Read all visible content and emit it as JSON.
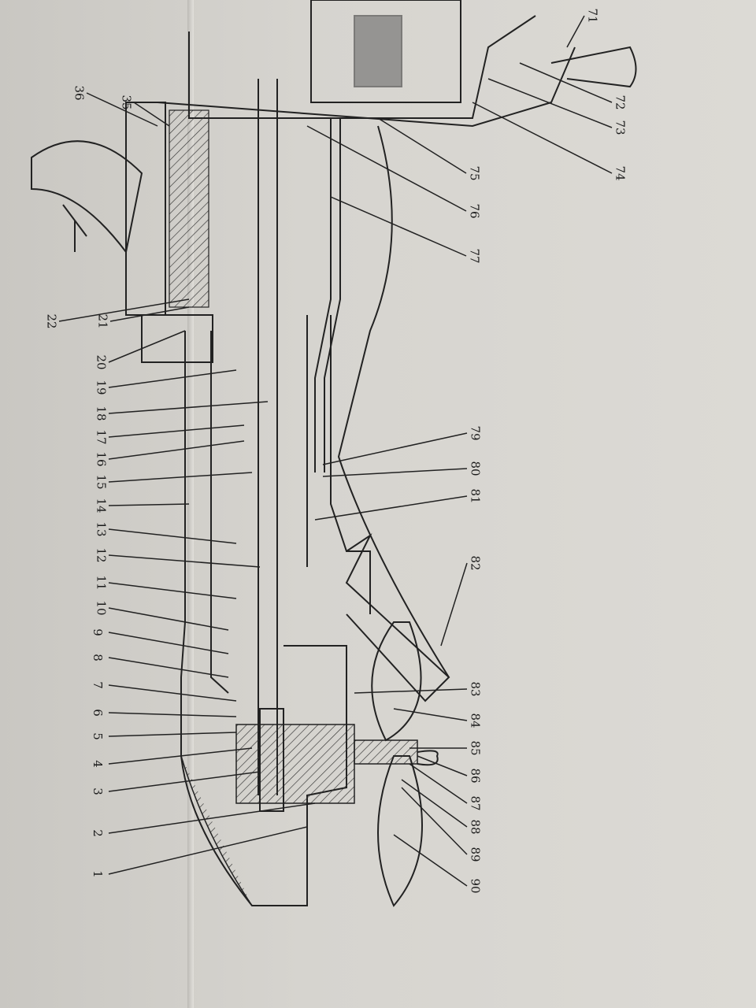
{
  "figure": {
    "labels_top_right": [
      "71",
      "72",
      "73",
      "74",
      "75",
      "76",
      "77"
    ],
    "labels_top_left": [
      "36",
      "35",
      "21",
      "22"
    ],
    "labels_left_column": [
      "20",
      "19",
      "18",
      "17",
      "16",
      "15",
      "14",
      "13",
      "12",
      "11",
      "10",
      "9",
      "8",
      "7",
      "6",
      "5",
      "4",
      "3",
      "2",
      "1"
    ],
    "labels_right_column": [
      "79",
      "80",
      "81",
      "82",
      "83",
      "84",
      "85",
      "86",
      "87",
      "88",
      "89",
      "90"
    ]
  }
}
